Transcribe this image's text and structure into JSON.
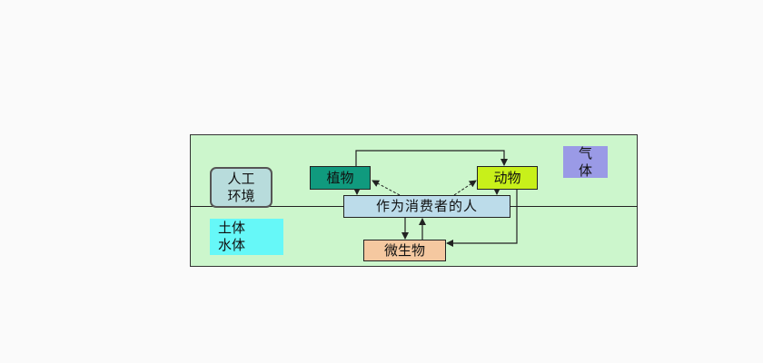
{
  "nodes": {
    "environment": {
      "line1": "人工",
      "line2": "环境"
    },
    "soil_water": {
      "line1": "土体",
      "line2": "水体"
    },
    "gas": {
      "line1": "气",
      "line2": "体"
    },
    "plant": "植物",
    "animal": "动物",
    "human_consumer": "作为消费者的人",
    "microorganism": "微生物"
  },
  "colors": {
    "panel": "#ccf6cc",
    "environment": "#b8dcdc",
    "soil_water": "#66f8f8",
    "gas": "#9a9ae6",
    "plant": "#109a7e",
    "animal": "#c8f01a",
    "human_consumer": "#bcdcea",
    "microorganism": "#f5c8a0"
  },
  "edges": [
    {
      "from": "plant",
      "to": "animal",
      "style": "solid"
    },
    {
      "from": "animal",
      "to": "microorganism",
      "style": "solid"
    },
    {
      "from": "plant",
      "to": "human_consumer",
      "style": "solid"
    },
    {
      "from": "animal",
      "to": "human_consumer",
      "style": "solid"
    },
    {
      "from": "human_consumer",
      "to": "plant",
      "style": "dashed"
    },
    {
      "from": "human_consumer",
      "to": "animal",
      "style": "dashed"
    },
    {
      "from": "human_consumer",
      "to": "microorganism",
      "style": "solid"
    },
    {
      "from": "microorganism",
      "to": "human_consumer",
      "style": "solid"
    }
  ]
}
